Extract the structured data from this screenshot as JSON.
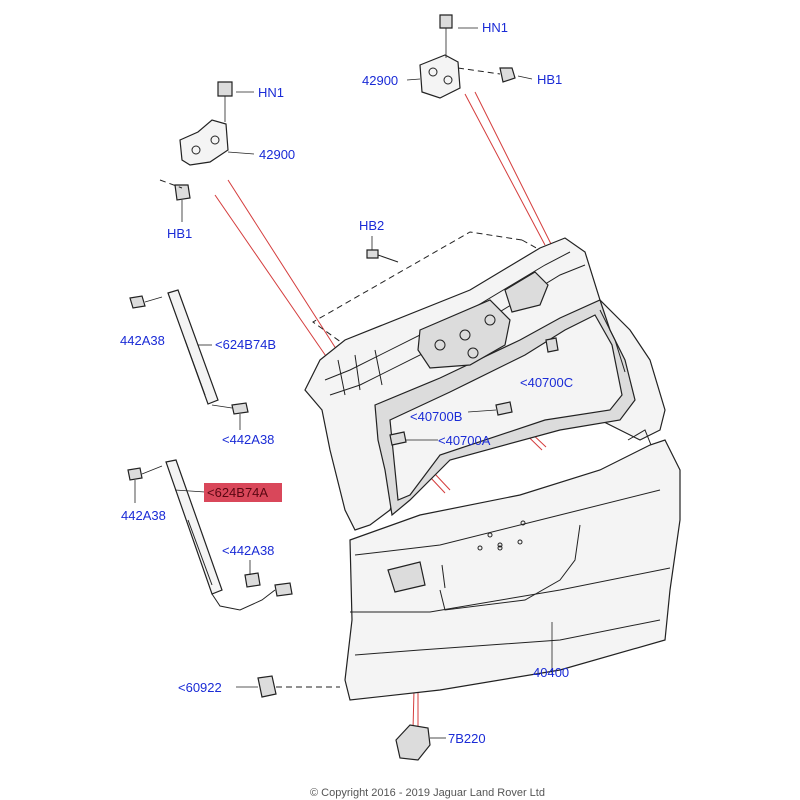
{
  "labels": {
    "hn1_top": "HN1",
    "n42900_top": "42900",
    "hb1_top": "HB1",
    "hn1_left": "HN1",
    "n42900_left": "42900",
    "hb1_left": "HB1",
    "hb2": "HB2",
    "n442a38_a": "442A38",
    "n624b74b": "<624B74B",
    "n442a38_b": "<442A38",
    "n40700c": "<40700C",
    "n40700b": "<40700B",
    "n40700a": "<40700A",
    "n624b74a": "<624B74A",
    "n442a38_c": "442A38",
    "n442a38_d": "<442A38",
    "n40400": "40400",
    "n60922": "<60922",
    "n7b220": "7B220"
  },
  "highlight_color": "#d9475a",
  "label_color": "#1a2bd6",
  "copyright": "© Copyright 2016 - 2019 Jaguar Land Rover Ltd"
}
